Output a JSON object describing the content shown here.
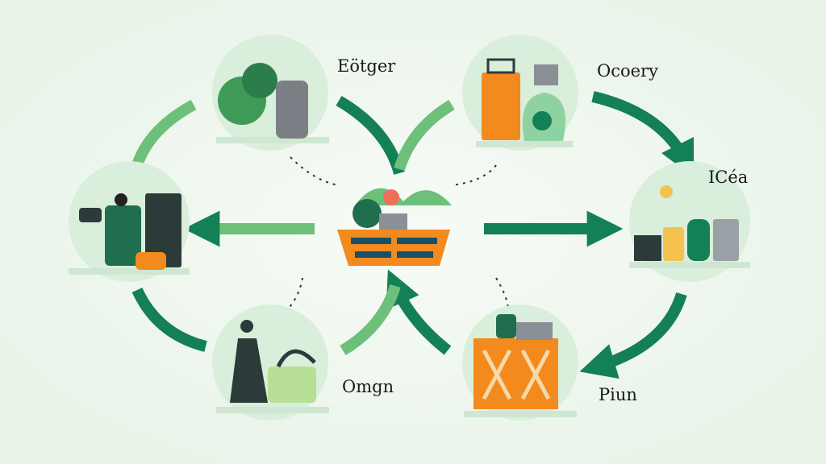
{
  "labels": {
    "top_left": "Eötger",
    "top_right": "Ocoery",
    "right": "ICéa",
    "bottom_left": "Omgn",
    "bottom_right": "Piun"
  },
  "colors": {
    "dark_green": "#138055",
    "light_green": "#6cc07a",
    "orange": "#f28a1e",
    "background": "#eef6ee",
    "circle": "#d9eedb"
  }
}
